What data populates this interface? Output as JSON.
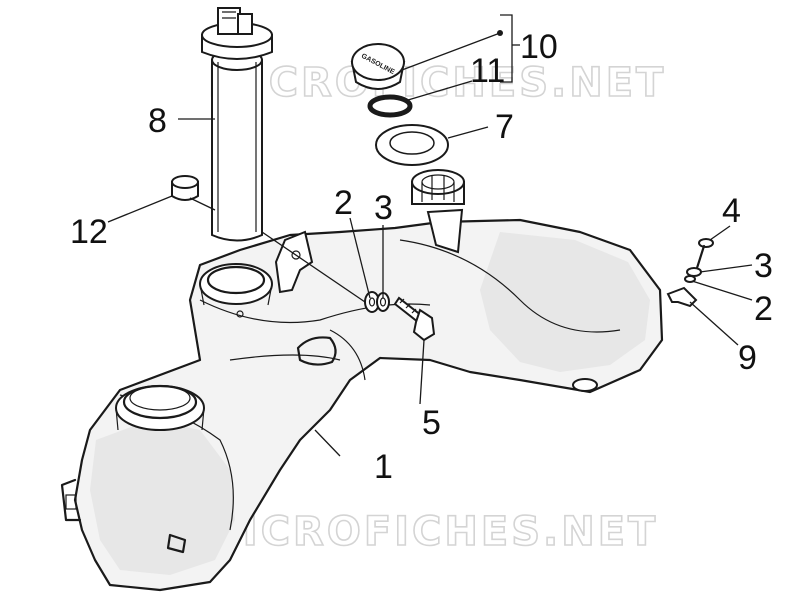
{
  "watermark": "MICROFICHES.NET",
  "callouts": {
    "c1": "1",
    "c2a": "2",
    "c2b": "2",
    "c3a": "3",
    "c3b": "3",
    "c4": "4",
    "c5": "5",
    "c7": "7",
    "c8": "8",
    "c9": "9",
    "c10": "10",
    "c11": "11",
    "c12": "12"
  },
  "cap_text": "GASOLINE"
}
